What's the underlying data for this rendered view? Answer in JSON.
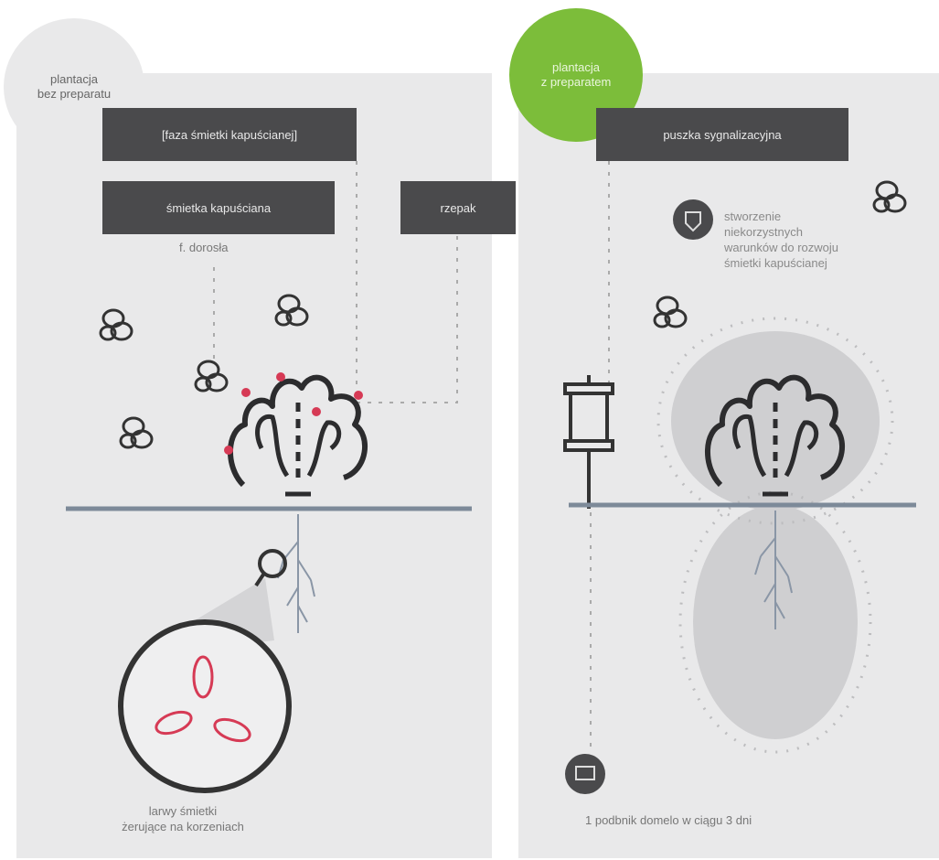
{
  "left": {
    "badge": "plantacja\nbez preparatu",
    "title_box": "[faza śmietki kapuścianej]",
    "pest_box": "śmietka kapuściana",
    "pest_sub": "f. dorosła",
    "host_box": "rzepak",
    "larvae_caption": "larwy śmietki\nżerujące na korzeniach"
  },
  "right": {
    "badge": "plantacja\nz preparatem",
    "title_box": "puszka sygnalizacyjna",
    "effect_text": "stworzenie\nniekorzystnych\nwarunków do rozwoju\nśmietki kapuścianej",
    "bottom_text": "1 podbnik domelo w ciągu 3 dni"
  },
  "colors": {
    "panel": "#e9e9ea",
    "dark_box": "#4a4a4c",
    "green": "#7cbd3a",
    "accent_red": "#d63a55",
    "soil_line": "#7d8a99",
    "halo": "#cfcfd1"
  }
}
